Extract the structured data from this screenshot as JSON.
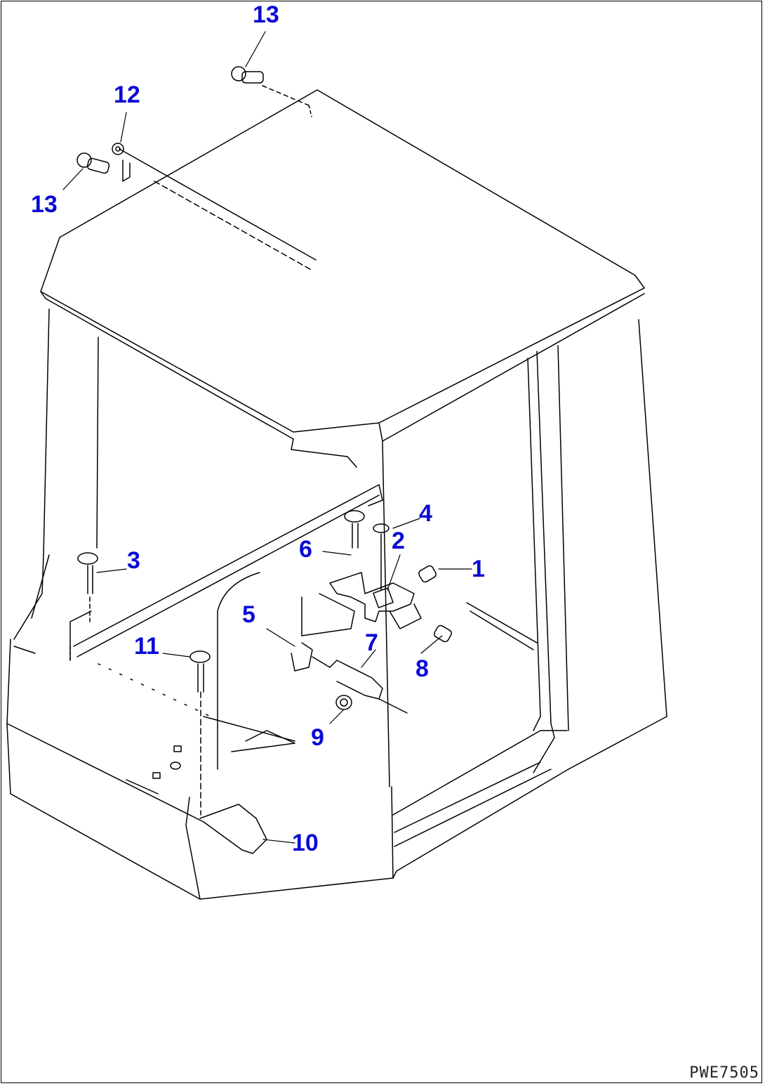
{
  "diagram": {
    "document_id": "PWE7505",
    "callouts": [
      {
        "id": "c1",
        "label": "1"
      },
      {
        "id": "c2",
        "label": "2"
      },
      {
        "id": "c3",
        "label": "3"
      },
      {
        "id": "c4",
        "label": "4"
      },
      {
        "id": "c5",
        "label": "5"
      },
      {
        "id": "c6",
        "label": "6"
      },
      {
        "id": "c7",
        "label": "7"
      },
      {
        "id": "c8",
        "label": "8"
      },
      {
        "id": "c9",
        "label": "9"
      },
      {
        "id": "c10",
        "label": "10"
      },
      {
        "id": "c11",
        "label": "11"
      },
      {
        "id": "c12",
        "label": "12"
      },
      {
        "id": "c13a",
        "label": "13"
      },
      {
        "id": "c13b",
        "label": "13"
      }
    ],
    "colors": {
      "callout": "#0a0ad6",
      "line": "#000000",
      "background": "#ffffff"
    }
  }
}
